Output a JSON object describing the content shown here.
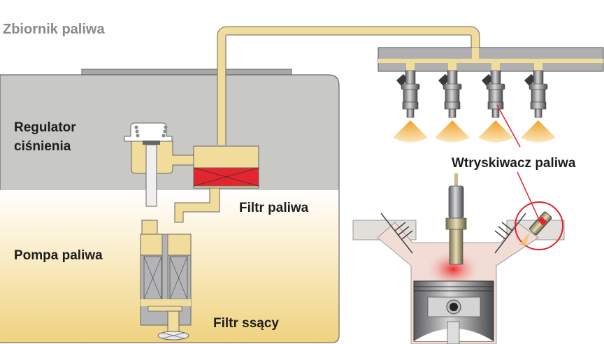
{
  "title": "Zbiornik paliwa",
  "labels": {
    "pressure_regulator_line1": "Regulator",
    "pressure_regulator_line2": "ciśnienia",
    "fuel_filter": "Filtr paliwa",
    "fuel_pump": "Pompa paliwa",
    "suction_filter": "Filtr ssący",
    "fuel_injector": "Wtryskiwacz paliwa"
  },
  "colors": {
    "fuel": "#f2dc9c",
    "tank_gray": "#c8c8c5",
    "filter_red": "#e4252f",
    "callout_red": "#e02030",
    "spray": "#f0b040",
    "metal": "#8c8c8e"
  },
  "injector_count": 4
}
